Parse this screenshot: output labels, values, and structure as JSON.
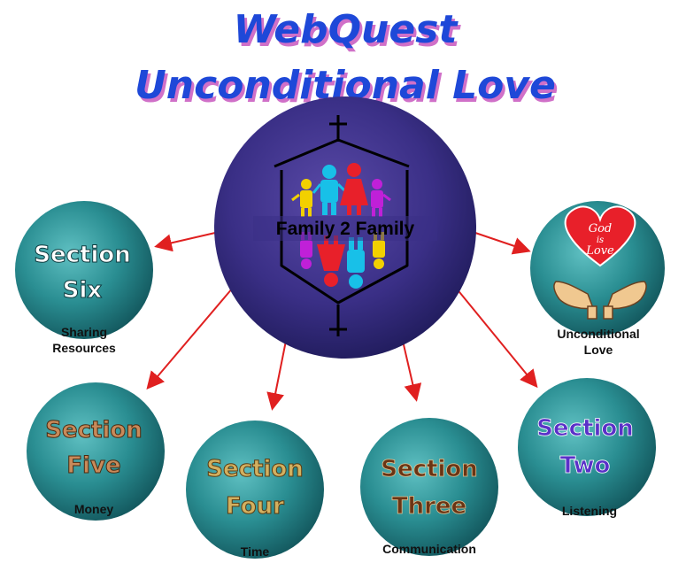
{
  "title": {
    "line1": "WebQuest",
    "line2": "Unconditional Love",
    "color": "#1e48d8",
    "shadow_color": "#d070c8"
  },
  "center": {
    "label": "Family 2 Family",
    "background_color": "#3a2f86"
  },
  "love_badge": {
    "heart_line1": "God",
    "heart_line2": "is",
    "heart_line3": "Love",
    "caption_line1": "Unconditional",
    "caption_line2": "Love",
    "heart_color": "#e8202a"
  },
  "sections": {
    "six": {
      "line1": "Section",
      "line2": "Six",
      "caption_line1": "Sharing",
      "caption_line2": "Resources",
      "text_color": "#ffffff"
    },
    "five": {
      "line1": "Section",
      "line2": "Five",
      "caption": "Money",
      "text_color": "#c88a5a"
    },
    "four": {
      "line1": "Section",
      "line2": "Four",
      "caption": "Time",
      "text_color": "#d2b060"
    },
    "three": {
      "line1": "Section",
      "line2": "Three",
      "caption": "Communication",
      "text_color": "#6a3414"
    },
    "two": {
      "line1": "Section",
      "line2": "Two",
      "caption": "Listening",
      "text_color": "#5a30c8"
    }
  },
  "colors": {
    "teal": "#2a8e92",
    "arrow": "#e02020"
  }
}
